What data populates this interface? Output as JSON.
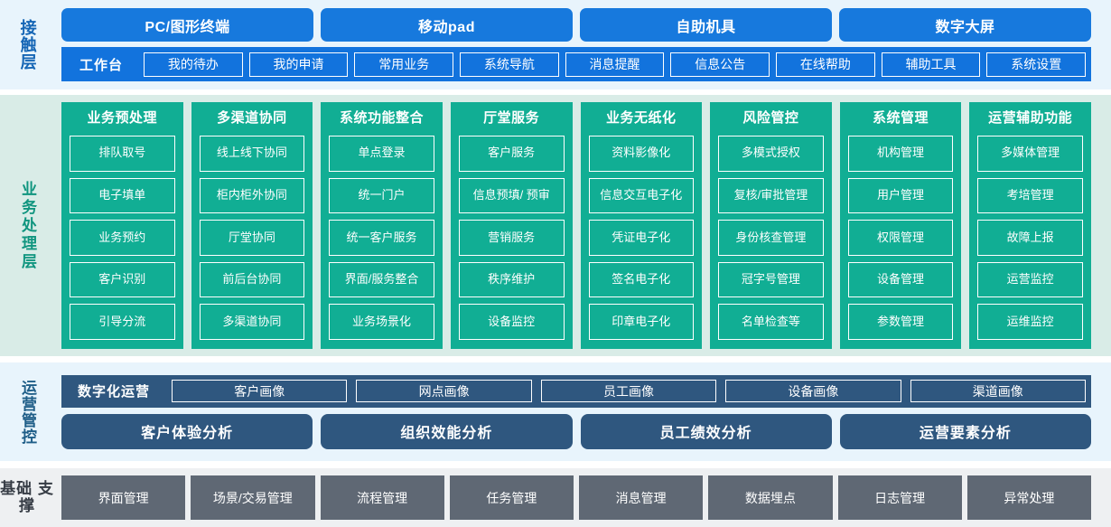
{
  "layers": [
    {
      "id": "touch-layer",
      "label": "接触层",
      "accent": "#1779dd",
      "channels": [
        "PC/图形终端",
        "移动pad",
        "自助机具",
        "数字大屏"
      ],
      "workbench": {
        "title": "工作台",
        "items": [
          "我的待办",
          "我的申请",
          "常用业务",
          "系统导航",
          "消息提醒",
          "信息公告",
          "在线帮助",
          "辅助工具",
          "系统设置"
        ]
      }
    },
    {
      "id": "business-layer",
      "label": "业务处理层",
      "accent": "#11ae94",
      "columns": [
        {
          "title": "业务预处理",
          "items": [
            "排队取号",
            "电子填单",
            "业务预约",
            "客户识别",
            "引导分流"
          ]
        },
        {
          "title": "多渠道协同",
          "items": [
            "线上线下协同",
            "柜内柜外协同",
            "厅堂协同",
            "前后台协同",
            "多渠道协同"
          ]
        },
        {
          "title": "系统功能整合",
          "items": [
            "单点登录",
            "统一门户",
            "统一客户服务",
            "界面/服务整合",
            "业务场景化"
          ]
        },
        {
          "title": "厅堂服务",
          "items": [
            "客户服务",
            "信息预填/\n预审",
            "营销服务",
            "秩序维护",
            "设备监控"
          ]
        },
        {
          "title": "业务无纸化",
          "items": [
            "资料影像化",
            "信息交互电子化",
            "凭证电子化",
            "签名电子化",
            "印章电子化"
          ]
        },
        {
          "title": "风险管控",
          "items": [
            "多模式授权",
            "复核/审批管理",
            "身份核查管理",
            "冠字号管理",
            "名单检查等"
          ]
        },
        {
          "title": "系统管理",
          "items": [
            "机构管理",
            "用户管理",
            "权限管理",
            "设备管理",
            "参数管理"
          ]
        },
        {
          "title": "运营辅助功能",
          "items": [
            "多媒体管理",
            "考培管理",
            "故障上报",
            "运营监控",
            "运维监控"
          ]
        }
      ]
    },
    {
      "id": "operations-layer",
      "label": "运营管控",
      "accent": "#2f577f",
      "portrait": {
        "title": "数字化运营",
        "items": [
          "客户画像",
          "网点画像",
          "员工画像",
          "设备画像",
          "渠道画像"
        ]
      },
      "analysis": [
        "客户体验分析",
        "组织效能分析",
        "员工绩效分析",
        "运营要素分析"
      ]
    },
    {
      "id": "base-layer",
      "label": "基础\n支撑",
      "accent": "#5f6874",
      "items": [
        "界面管理",
        "场景/交易管理",
        "流程管理",
        "任务管理",
        "消息管理",
        "数据埋点",
        "日志管理",
        "异常处理"
      ]
    }
  ]
}
